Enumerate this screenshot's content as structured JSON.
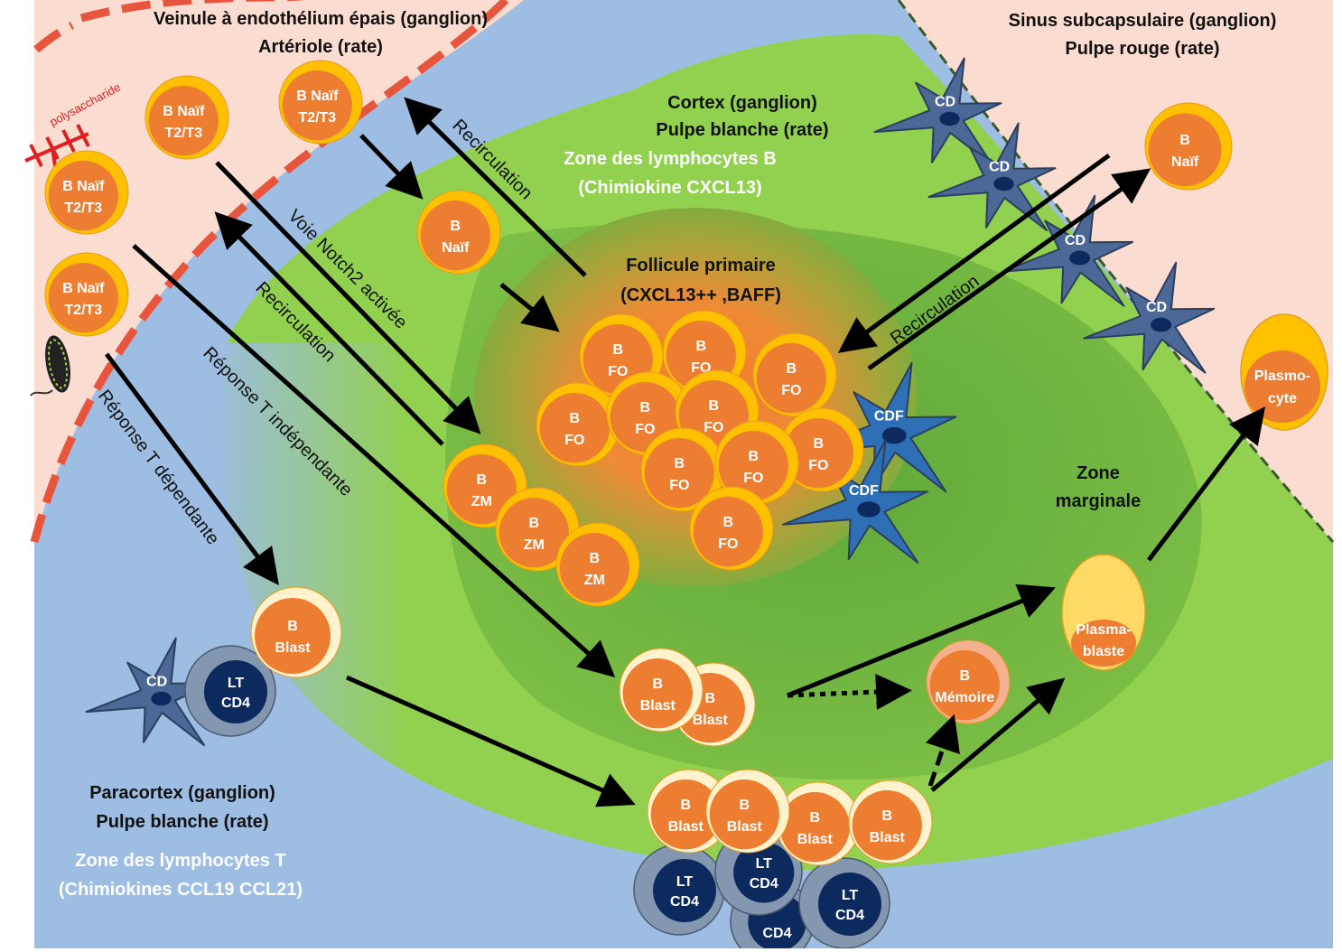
{
  "regions": {
    "hev": {
      "line1": "Veinule à endothélium épais (ganglion)",
      "line2": "Artériole (rate)"
    },
    "sinus": {
      "line1": "Sinus subcapsulaire (ganglion)",
      "line2": "Pulpe rouge (rate)"
    },
    "cortex": {
      "line1": "Cortex (ganglion)",
      "line2": "Pulpe blanche (rate)"
    },
    "zone_b": {
      "line1": "Zone des lymphocytes B",
      "line2": "(Chimiokine CXCL13)"
    },
    "follicle": {
      "line1": "Follicule primaire",
      "line2": "(CXCL13++ ,BAFF)"
    },
    "marginal": {
      "line1": "Zone",
      "line2": "marginale"
    },
    "paracortex": {
      "line1": "Paracortex (ganglion)",
      "line2": "Pulpe blanche (rate)"
    },
    "zone_t": {
      "line1": "Zone des lymphocytes T",
      "line2": "(Chimiokines CCL19 CCL21)"
    }
  },
  "antigens": {
    "polysaccharide": "polysaccharide"
  },
  "arrow_labels": {
    "recirc_top": "Recirculation",
    "notch2": "Voie Notch2 activée",
    "recirc_left": "Recirculation",
    "t_indep": "Réponse T indépendante",
    "t_dep": "Réponse T dépendante",
    "recirc_right": "Recirculation"
  },
  "cells": {
    "b_naif_t2t3": [
      "B Naïf",
      "T2/T3"
    ],
    "b_naif": [
      "B",
      "Naïf"
    ],
    "b_fo": [
      "B",
      "FO"
    ],
    "b_zm": [
      "B",
      "ZM"
    ],
    "b_blast": [
      "B",
      "Blast"
    ],
    "lt_cd4": [
      "LT",
      "CD4"
    ],
    "cd": "CD",
    "cdf": "CDF",
    "b_memoire": [
      "B",
      "Mémoire"
    ],
    "plasmablaste": [
      "Plasma-",
      "blaste"
    ],
    "plasmocyte": [
      "Plasmo-",
      "cyte"
    ],
    "partial_cd4": "CD4"
  },
  "colors": {
    "blue_bg": "#9dbde3",
    "peach_bg": "#fadcd0",
    "green_light": "#92d050",
    "green_dark": "#6fb040",
    "cell_orange": "#ed7d31",
    "cell_yellow": "#ffc000",
    "blast_cream": "#fff2cc",
    "lt_navy": "#0d2a5e",
    "lt_grey": "#8497b0",
    "cd_blue": "#4c6896",
    "cdf_blue": "#2e6fb5",
    "vessel_red": "#e8553d"
  }
}
